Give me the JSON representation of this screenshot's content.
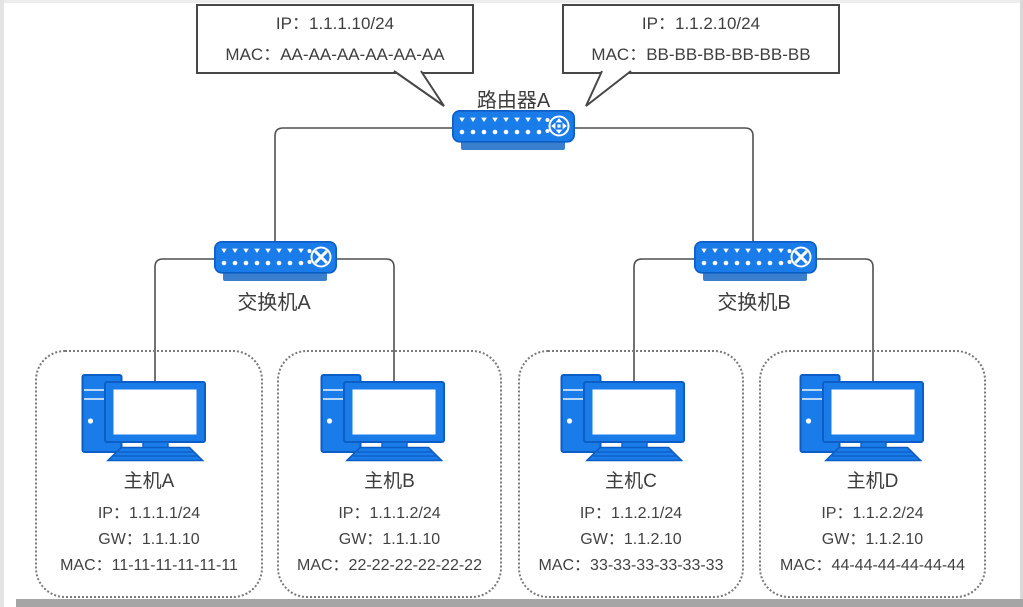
{
  "diagram_title": "network-topology",
  "colors": {
    "device_blue": "#1a7ce8",
    "device_blue_dark": "#0c5dc5",
    "device_base_blue": "#3a7fce",
    "line_gray": "#4f4f4f",
    "callout_border": "#474747",
    "dashed_border": "#7a7a7a",
    "text_gray": "#3f3f3f"
  },
  "router": {
    "label": "路由器A"
  },
  "callouts": [
    {
      "ip_line": "IP：1.1.1.10/24",
      "mac_line": "MAC：AA-AA-AA-AA-AA-AA"
    },
    {
      "ip_line": "IP：1.1.2.10/24",
      "mac_line": "MAC：BB-BB-BB-BB-BB-BB"
    }
  ],
  "switches": [
    {
      "label": "交换机A"
    },
    {
      "label": "交换机B"
    }
  ],
  "hosts": [
    {
      "name": "主机A",
      "ip_line": "IP：1.1.1.1/24",
      "gw_line": "GW：1.1.1.10",
      "mac_line": "MAC：11-11-11-11-11-11"
    },
    {
      "name": "主机B",
      "ip_line": "IP：1.1.1.2/24",
      "gw_line": "GW：1.1.1.10",
      "mac_line": "MAC：22-22-22-22-22-22"
    },
    {
      "name": "主机C",
      "ip_line": "IP：1.1.2.1/24",
      "gw_line": "GW：1.1.2.10",
      "mac_line": "MAC：33-33-33-33-33-33"
    },
    {
      "name": "主机D",
      "ip_line": "IP：1.1.2.2/24",
      "gw_line": "GW：1.1.2.10",
      "mac_line": "MAC：44-44-44-44-44-44"
    }
  ]
}
